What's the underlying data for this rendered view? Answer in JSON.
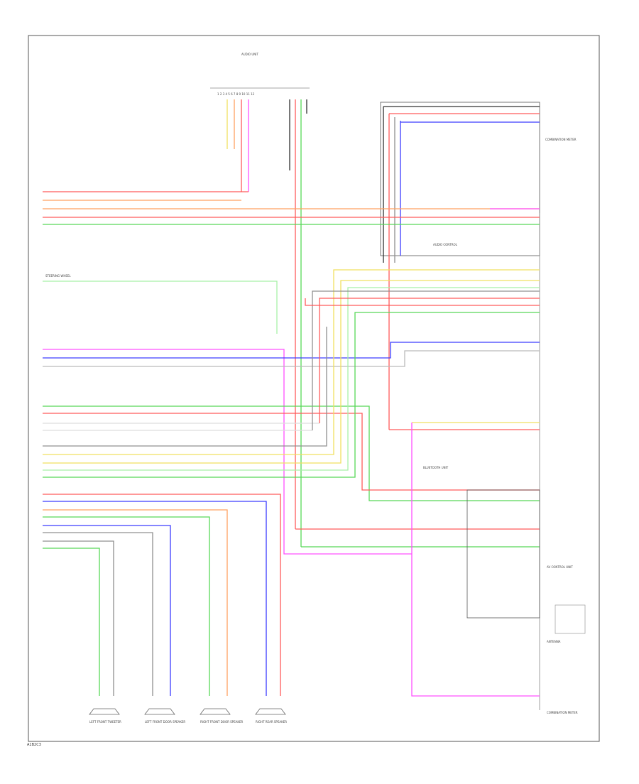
{
  "labels": {
    "top_unit": "AUDIO UNIT",
    "pin_legend": "1  2  3  4  5  6  7  8  9  10  11  12",
    "right_component": "COMBINATION METER",
    "right_component_note": "AUDIO CONTROL",
    "left_component": "STEERING WHEEL",
    "sub_component_1": "AV CONTROL UNIT",
    "sub_component_2": "BLUETOOTH UNIT",
    "sub_component_3": "ANTENNA",
    "bottom_right": "COMBINATION METER"
  },
  "speakers": [
    {
      "label": "LEFT FRONT TWEETER"
    },
    {
      "label": "LEFT FRONT DOOR SPEAKER"
    },
    {
      "label": "RIGHT FRONT DOOR SPEAKER"
    },
    {
      "label": "RIGHT REAR SPEAKER"
    }
  ],
  "wire_colors": {
    "red": "#ff5a5a",
    "orange": "#ffa060",
    "green": "#58d858",
    "blue": "#3c3cff",
    "magenta": "#ff50ff",
    "yellow": "#f0e060",
    "gray": "#909090",
    "black": "#303030",
    "lightgreen": "#a8f0a8",
    "cyan": "#50e0f0"
  },
  "page_id": "A1B2C3"
}
